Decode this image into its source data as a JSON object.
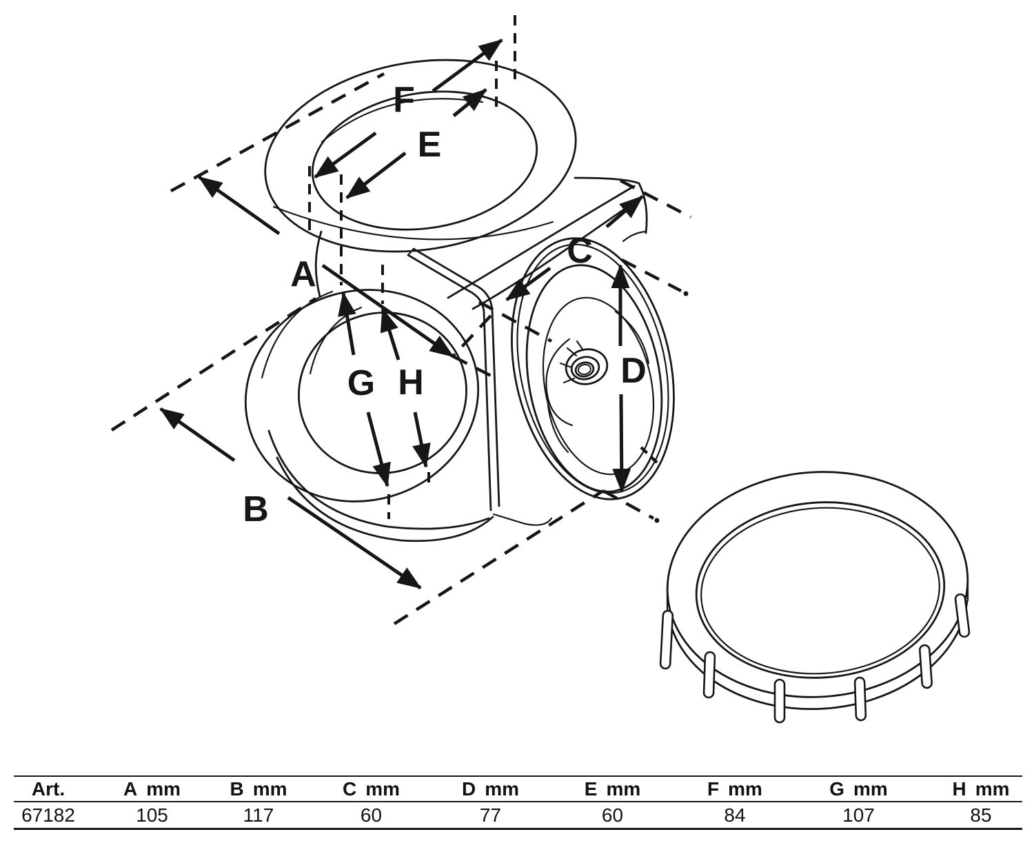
{
  "diagram": {
    "labels": {
      "A": "A",
      "B": "B",
      "C": "C",
      "D": "D",
      "E": "E",
      "F": "F",
      "G": "G",
      "H": "H"
    }
  },
  "table": {
    "art_header": "Art.",
    "headers": [
      {
        "letter": "A",
        "unit": "mm"
      },
      {
        "letter": "B",
        "unit": "mm"
      },
      {
        "letter": "C",
        "unit": "mm"
      },
      {
        "letter": "D",
        "unit": "mm"
      },
      {
        "letter": "E",
        "unit": "mm"
      },
      {
        "letter": "F",
        "unit": "mm"
      },
      {
        "letter": "G",
        "unit": "mm"
      },
      {
        "letter": "H",
        "unit": "mm"
      }
    ],
    "row": {
      "art": "67182",
      "values": [
        "105",
        "117",
        "60",
        "77",
        "60",
        "84",
        "107",
        "85"
      ]
    }
  }
}
